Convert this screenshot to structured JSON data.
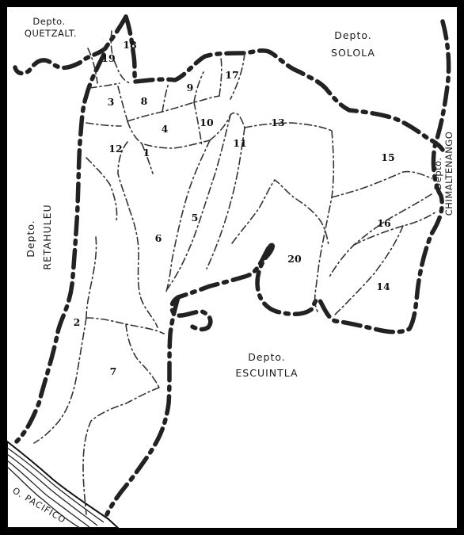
{
  "departments": {
    "quetzaltenango": {
      "line1": "Depto.",
      "line2": "QUETZALT."
    },
    "solola": {
      "line1": "Depto.",
      "line2": "SOLOLA"
    },
    "retalhuleu": {
      "line1": "Depto.",
      "line2": "RETAHULEU"
    },
    "chimaltenango": {
      "line1": "Depto.",
      "line2": "CHIMALTENANGO"
    },
    "escuintla": {
      "line1": "Depto.",
      "line2": "ESCUINTLA"
    }
  },
  "ocean": {
    "label": "O. PACIFICO"
  },
  "municipalities": [
    "1",
    "2",
    "3",
    "4",
    "5",
    "6",
    "7",
    "8",
    "9",
    "10",
    "11",
    "12",
    "13",
    "14",
    "15",
    "16",
    "17",
    "18",
    "19",
    "20"
  ],
  "colors": {
    "frame": "#000000",
    "lines": "#222222",
    "background": "#ffffff"
  }
}
